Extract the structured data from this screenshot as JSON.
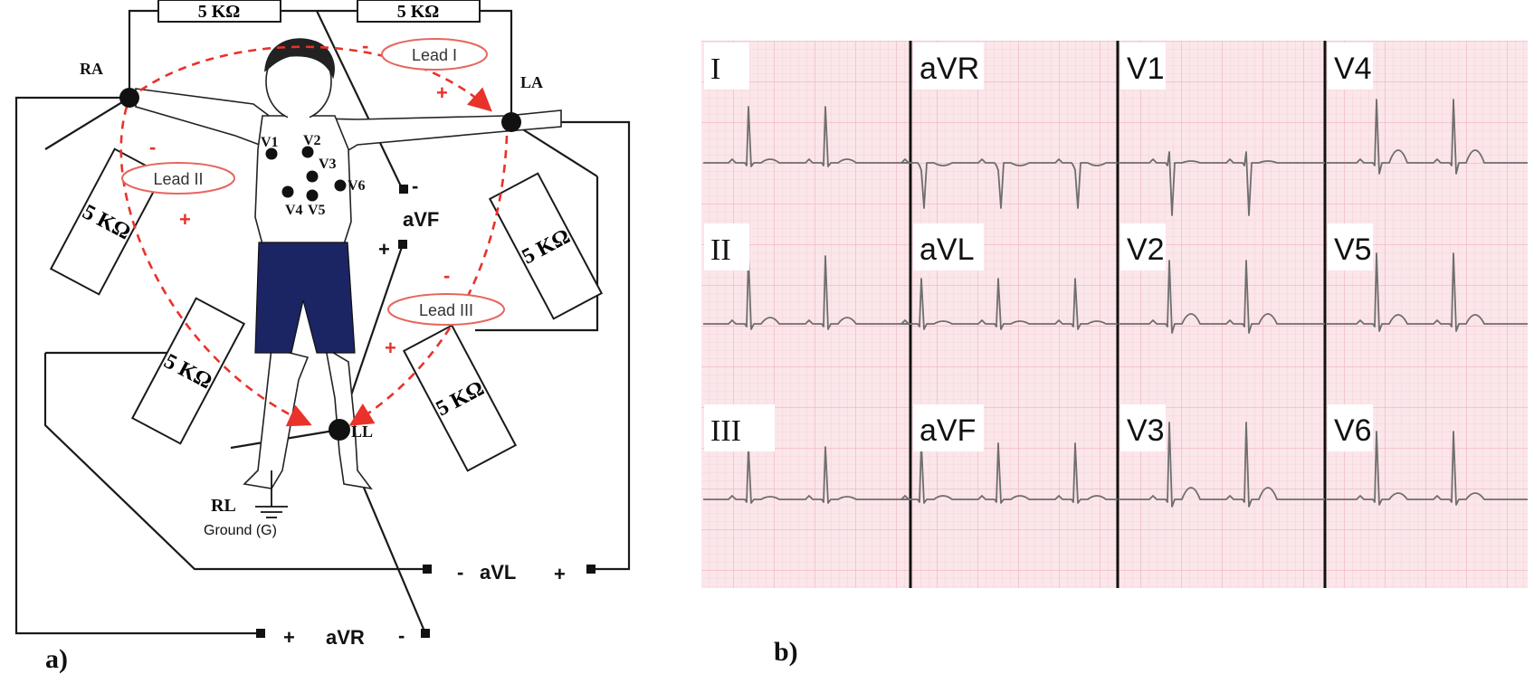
{
  "panel_a": {
    "label": "a)",
    "top_resistors": [
      "5 KΩ",
      "5 KΩ"
    ],
    "side_resistors": [
      "5 KΩ",
      "5 KΩ",
      "5 KΩ",
      "5 KΩ"
    ],
    "electrodes": {
      "ra": "RA",
      "la": "LA",
      "ll": "LL",
      "rl": "RL",
      "ground": "Ground (G)"
    },
    "leads": [
      "Lead I",
      "Lead II",
      "Lead III"
    ],
    "chest_labels": [
      "V1",
      "V2",
      "V3",
      "V4",
      "V5",
      "V6"
    ],
    "augmented": {
      "avf": "aVF",
      "avl": "aVL",
      "avr": "aVR"
    },
    "signs": {
      "plus": "+",
      "minus": "-"
    }
  },
  "panel_b": {
    "label": "b)",
    "lead_labels": [
      [
        "I",
        "aVR",
        "V1",
        "V4"
      ],
      [
        "II",
        "aVL",
        "V2",
        "V5"
      ],
      [
        "III",
        "aVF",
        "V3",
        "V6"
      ]
    ]
  },
  "colors": {
    "grid_bg": "#fbe6ea",
    "grid_line": "#f2c3cc",
    "trace": "#6e6e6e",
    "dashed": "#e8322a",
    "lead_ellipse": "#e6675f",
    "shorts": "#1b2563"
  }
}
